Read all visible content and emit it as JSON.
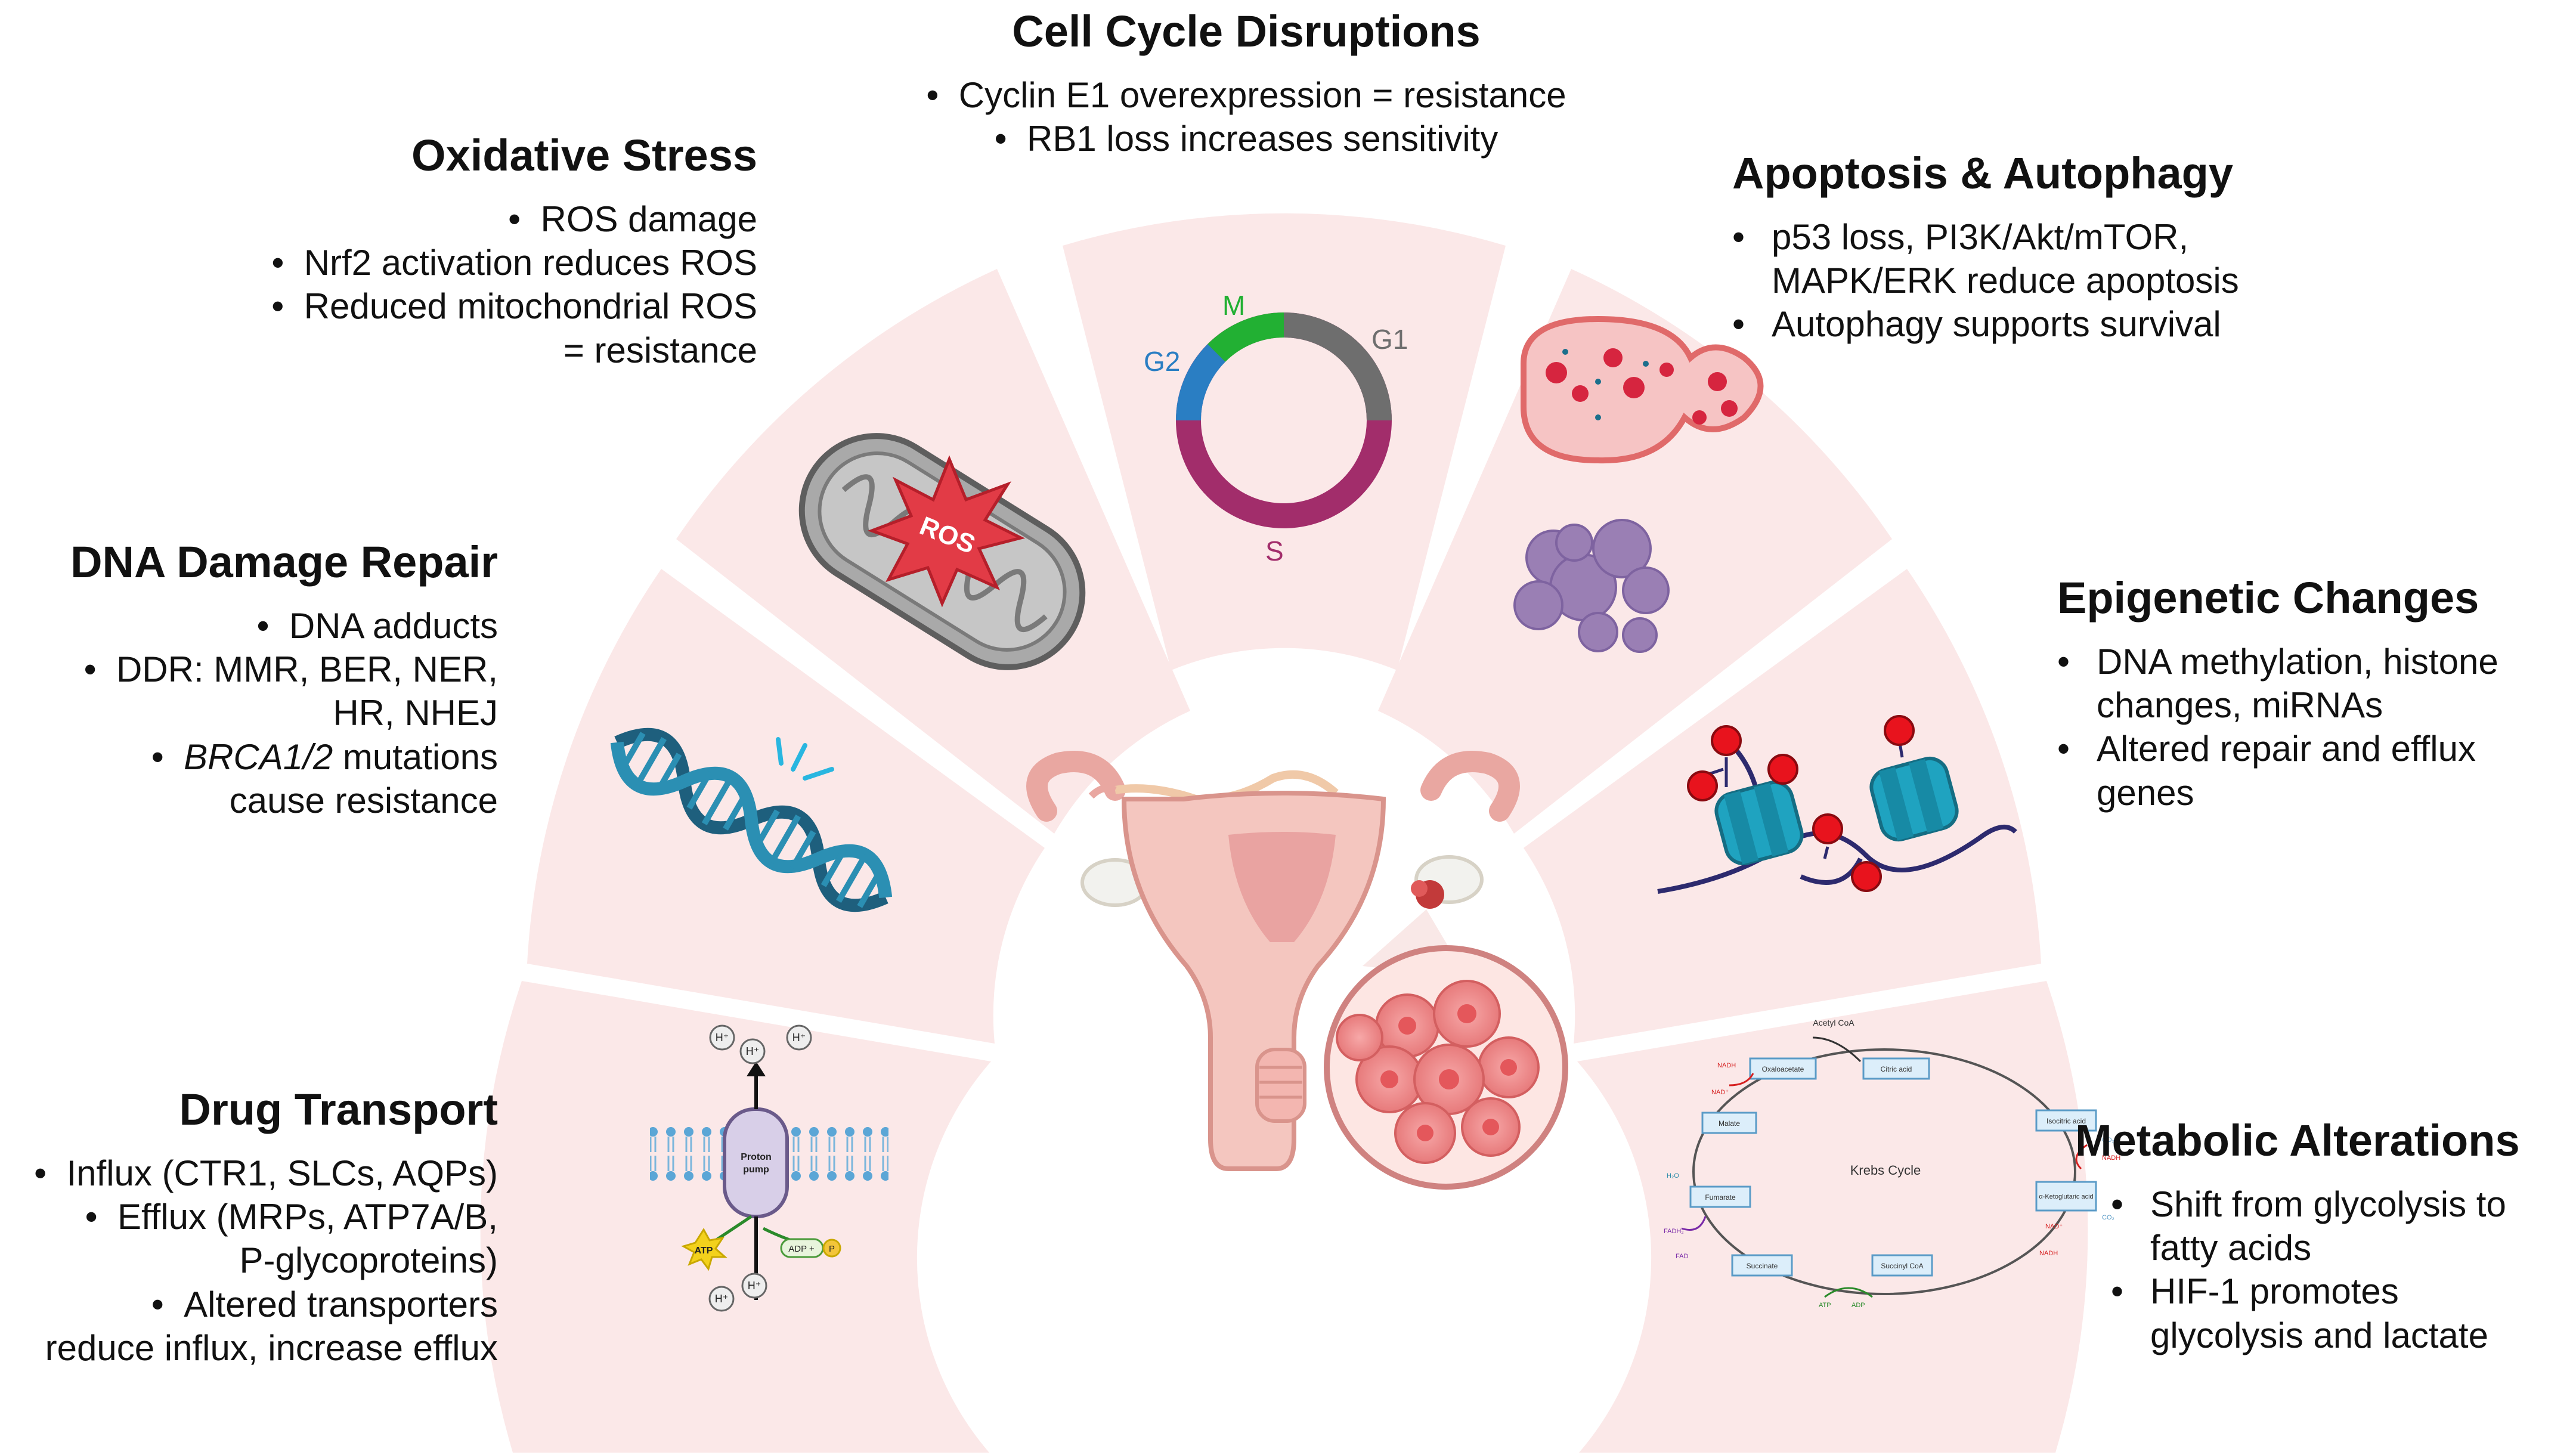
{
  "diagram": {
    "sections": {
      "cell_cycle": {
        "title": "Cell Cycle Disruptions",
        "bullets": [
          "Cyclin E1 overexpression = resistance",
          "RB1 loss increases sensitivity"
        ],
        "phases": {
          "m": "M",
          "g1": "G1",
          "g2": "G2",
          "s": "S"
        }
      },
      "oxidative_stress": {
        "title": "Oxidative Stress",
        "bullets": [
          "ROS damage",
          "Nrf2 activation reduces ROS",
          "Reduced mitochondrial ROS",
          "= resistance"
        ],
        "badge": "ROS"
      },
      "apoptosis": {
        "title": "Apoptosis & Autophagy",
        "bullets": [
          "p53 loss, PI3K/Akt/mTOR, MAPK/ERK reduce apoptosis",
          "Autophagy supports survival"
        ]
      },
      "dna_repair": {
        "title": "DNA Damage Repair",
        "bullets": [
          "DNA adducts",
          "DDR: MMR, BER, NER,",
          "HR, NHEJ",
          "BRCA1/2",
          "mutations",
          "cause resistance"
        ]
      },
      "epigenetic": {
        "title": "Epigenetic Changes",
        "bullets": [
          "DNA methylation, histone changes, miRNAs",
          "Altered repair and efflux genes"
        ]
      },
      "drug_transport": {
        "title": "Drug Transport",
        "bullets": [
          "Influx (CTR1, SLCs, AQPs)",
          "Efflux (MRPs, ATP7A/B,",
          "P-glycoproteins)",
          "Altered transporters",
          "reduce influx, increase efflux"
        ],
        "pump_label_1": "Proton",
        "pump_label_2": "pump",
        "proton": "H⁺",
        "atp": "ATP",
        "adp_pi": "ADP + ",
        "pi": "P"
      },
      "metabolic": {
        "title": "Metabolic Alterations",
        "bullets": [
          "Shift from glycolysis to fatty acids",
          "HIF-1 promotes glycolysis and lactate"
        ],
        "krebs": {
          "center": "Krebs Cycle",
          "acetyl": "Acetyl CoA",
          "nodes": [
            "Oxaloacetate",
            "Citric acid",
            "Isocitric acid",
            "α-Ketoglutaric acid",
            "Succinyl CoA",
            "Succinate",
            "Fumarate",
            "Malate"
          ],
          "cofactors": {
            "nadh": "NADH",
            "nad": "NAD⁺",
            "co2": "CO₂",
            "fadh2": "FADH₂",
            "fad": "FAD",
            "atp": "ATP",
            "adp": "ADP",
            "h2o": "H₂O"
          }
        }
      }
    },
    "colors": {
      "sector_fill": "#fbe8e8",
      "cycle_m": "#22b033",
      "cycle_g1": "#6e6e6e",
      "cycle_g2": "#2a7ec3",
      "cycle_s": "#a22d6b",
      "ros_red": "#e23b46",
      "dna_teal": "#1e5f7d",
      "nucleosome": "#1fa3c0",
      "methyl_red": "#e8131d"
    }
  }
}
